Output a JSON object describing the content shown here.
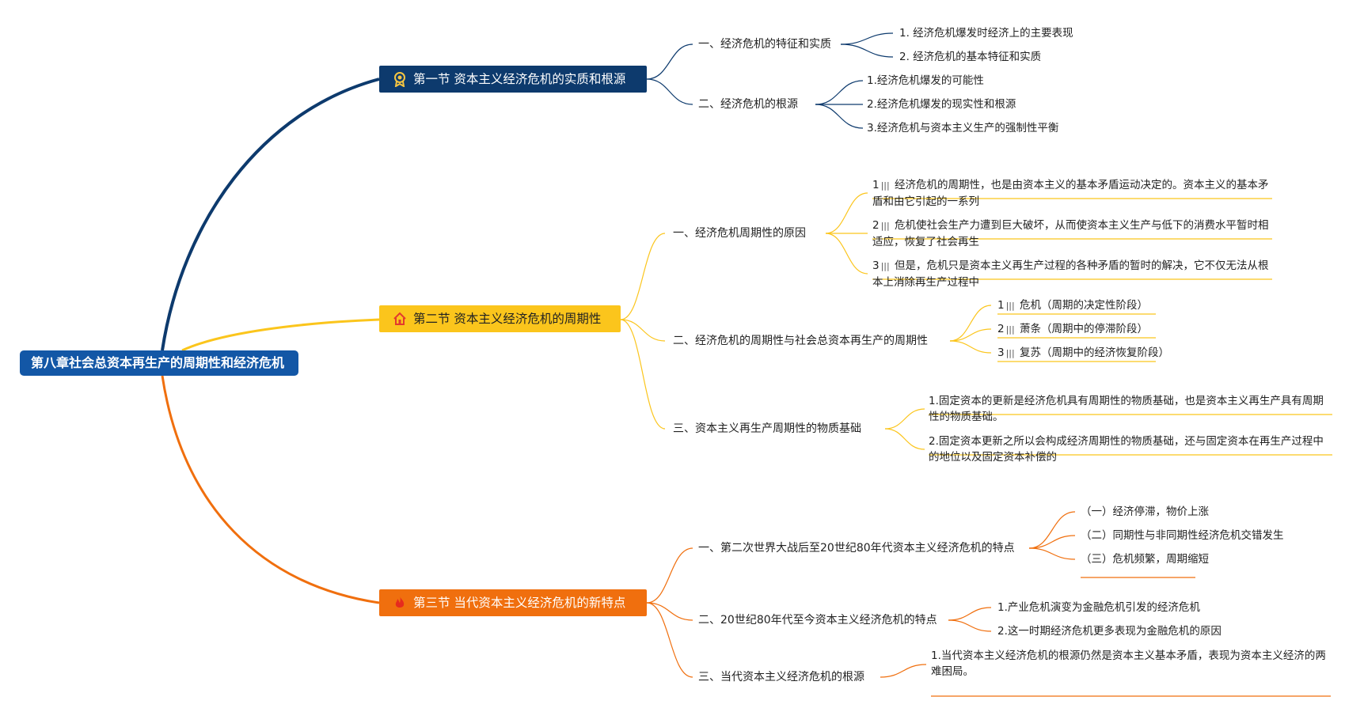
{
  "root": {
    "label": "第八章社会总资本再生产的周期性和经济危机",
    "color": "#1357a6"
  },
  "sections": [
    {
      "label": "第一节 资本主义经济危机的实质和根源",
      "icon": "award-ribbon-icon",
      "color": "#0d3a6d",
      "subs": [
        {
          "label": "一、经济危机的特征和实质",
          "leaves": [
            "1. 经济危机爆发时经济上的主要表现",
            "2. 经济危机的基本特征和实质"
          ]
        },
        {
          "label": "二、经济危机的根源",
          "leaves": [
            "1.经济危机爆发的可能性",
            "2.经济危机爆发的现实性和根源",
            "3.经济危机与资本主义生产的强制性平衡"
          ]
        }
      ]
    },
    {
      "label": "第二节 资本主义经济危机的周期性",
      "icon": "house-icon",
      "color": "#fbc51c",
      "subs": [
        {
          "label": "一、经济危机周期性的原因",
          "leaves": [
            {
              "num": "1",
              "text": "经济危机的周期性，也是由资本主义的基本矛盾运动决定的。资本主义的基本矛盾和由它引起的一系列"
            },
            {
              "num": "2",
              "text": "危机使社会生产力遭到巨大破坏，从而使资本主义生产与低下的消费水平暂时相适应，恢复了社会再生"
            },
            {
              "num": "3",
              "text": "但是，危机只是资本主义再生产过程的各种矛盾的暂时的解决，它不仅无法从根本上消除再生产过程中"
            }
          ]
        },
        {
          "label": "二、经济危机的周期性与社会总资本再生产的周期性",
          "leaves": [
            {
              "num": "1",
              "text": "危机（周期的决定性阶段）"
            },
            {
              "num": "2",
              "text": "萧条（周期中的停滞阶段）"
            },
            {
              "num": "3",
              "text": "复苏（周期中的经济恢复阶段）"
            }
          ]
        },
        {
          "label": "三、资本主义再生产周期性的物质基础",
          "leaves": [
            "1.固定资本的更新是经济危机具有周期性的物质基础，也是资本主义再生产具有周期性的物质基础。",
            "2.固定资本更新之所以会构成经济周期性的物质基础，还与固定资本在再生产过程中的地位以及固定资本补偿的"
          ]
        }
      ]
    },
    {
      "label": "第三节 当代资本主义经济危机的新特点",
      "icon": "flame-icon",
      "color": "#f06f0e",
      "subs": [
        {
          "label": "一、第二次世界大战后至20世纪80年代资本主义经济危机的特点",
          "leaves": [
            "（一）经济停滞，物价上涨",
            "（二）同期性与非同期性经济危机交错发生",
            "（三）危机频繁，周期缩短"
          ]
        },
        {
          "label": "二、20世纪80年代至今资本主义经济危机的特点",
          "leaves": [
            "1.产业危机演变为金融危机引发的经济危机",
            "2.这一时期经济危机更多表现为金融危机的原因"
          ]
        },
        {
          "label": "三、当代资本主义经济危机的根源",
          "leaves": [
            "1.当代资本主义经济危机的根源仍然是资本主义基本矛盾，表现为资本主义经济的两难困局。"
          ]
        }
      ]
    }
  ]
}
